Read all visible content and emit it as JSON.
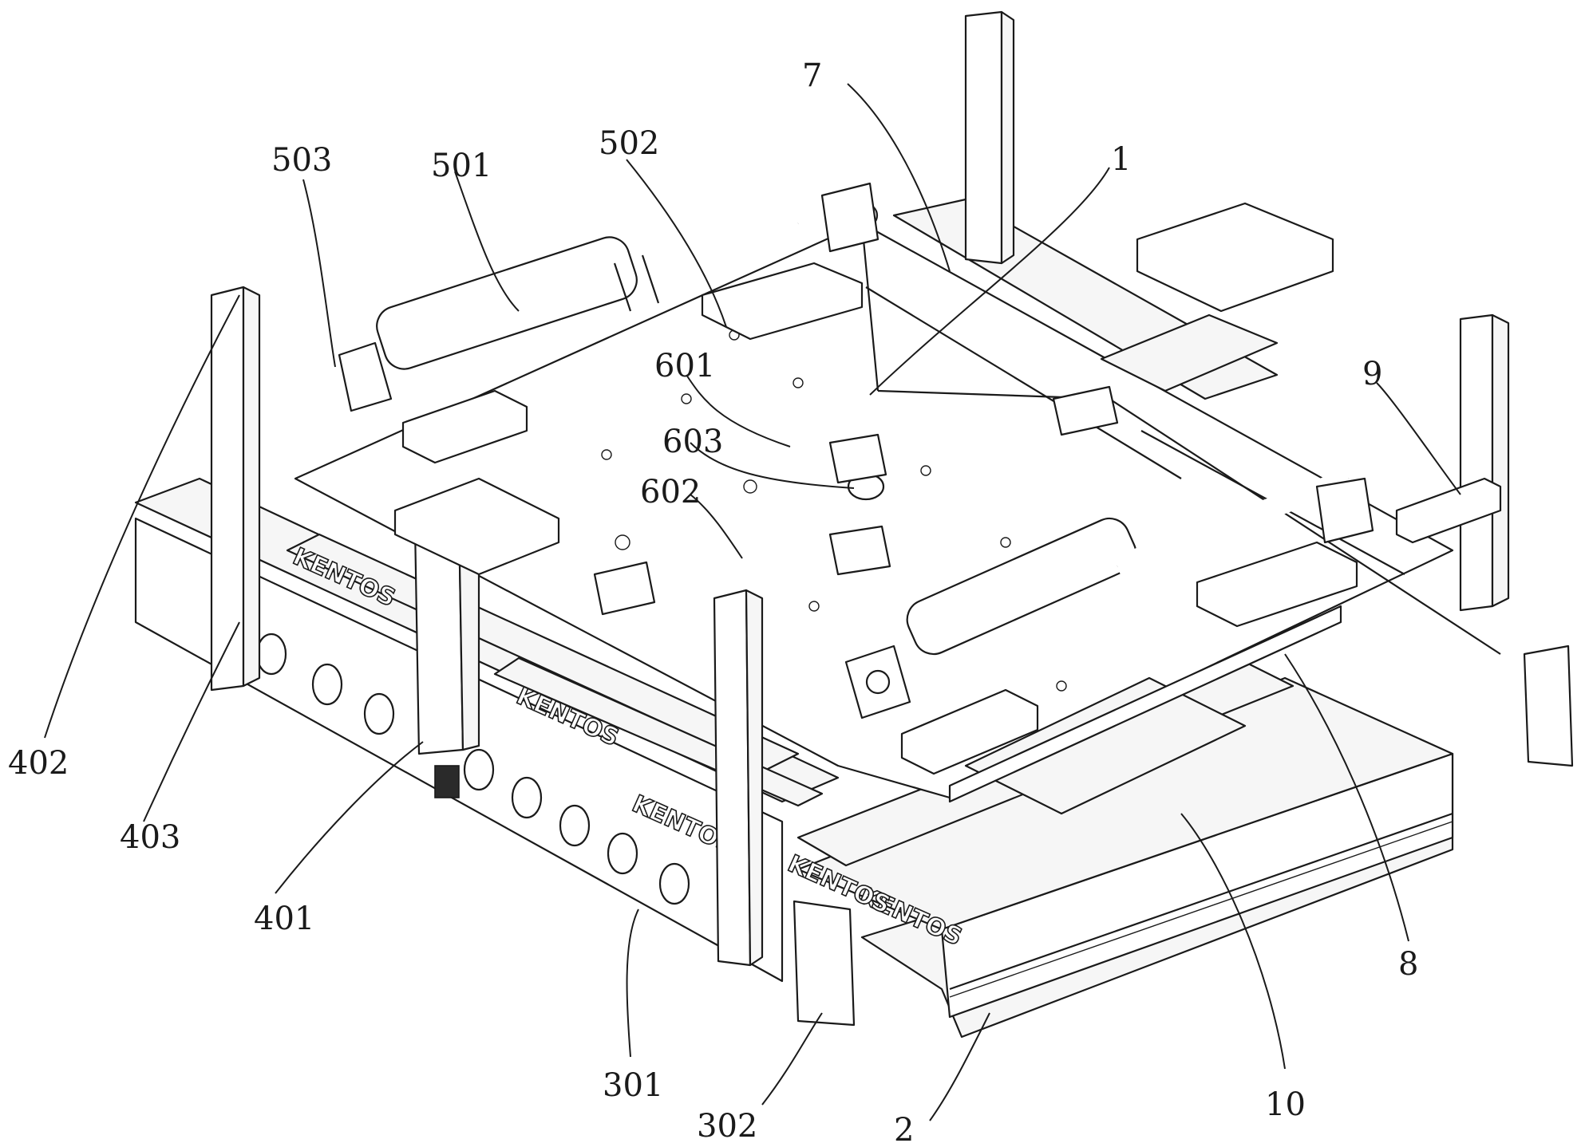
{
  "figure": {
    "brand_marks": [
      "KENTOS",
      "KENTOS",
      "KENTOS",
      "KENTOS",
      "KENTOS"
    ],
    "labels": {
      "l1": "1",
      "l2": "2",
      "l7": "7",
      "l8": "8",
      "l9": "9",
      "l10": "10",
      "l301": "301",
      "l302": "302",
      "l401": "401",
      "l402": "402",
      "l403": "403",
      "l501": "501",
      "l502": "502",
      "l503": "503",
      "l601": "601",
      "l602": "602",
      "l603": "603"
    }
  }
}
